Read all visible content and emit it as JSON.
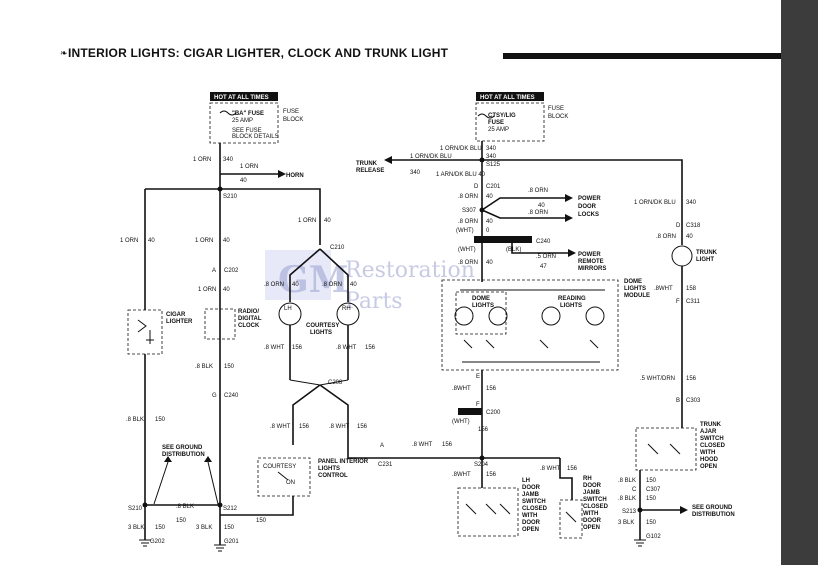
{
  "title": "INTERIOR LIGHTS: CIGAR LIGHTER, CLOCK AND TRUNK LIGHT",
  "watermark": {
    "line1": "Restoration",
    "line2": "Parts",
    "logo": "GM"
  },
  "hot_left": "HOT AT ALL TIMES",
  "hot_right": "HOT AT ALL TIMES",
  "fuse_left": {
    "name": "\"BA\" FUSE",
    "amp": "25 AMP",
    "note1": "SEE FUSE",
    "note2": "BLOCK DETAILS",
    "block1": "FUSE",
    "block2": "BLOCK"
  },
  "fuse_right": {
    "name": "CTSY/LIG",
    "name2": "FUSE",
    "amp": "25 AMP",
    "block1": "FUSE",
    "block2": "BLOCK"
  },
  "labels": {
    "orn340_a": "1 ORN",
    "n340_a": "340",
    "orn40_top": "1 ORN",
    "n40_top": "40",
    "horn": "HORN",
    "s210": "S210",
    "orn40_left": "1 ORN",
    "n40_left": "40",
    "orn40_mid": "1 ORN",
    "n40_mid": "40",
    "c202": "C202",
    "orn40_mid2": "1 ORN",
    "n40_mid2": "40",
    "orn40_ctsy": "1 ORN",
    "n40_ctsy": "40",
    "c210": "C210",
    "cigar1": "CIGAR",
    "cigar2": "LIGHTER",
    "radio1": "RADIO/",
    "radio2": "DIGITAL",
    "radio3": "CLOCK",
    "orn40_lh": ".8 ORN",
    "n40_lh": "40",
    "orn40_rh": ".8 ORN",
    "n40_rh": "40",
    "lh": "LH",
    "rh": "RH",
    "ctsy1": "COURTESY",
    "ctsy2": "LIGHTS",
    "wht156_l": ".8 WHT",
    "n156_l": "156",
    "wht156_r": ".8 WHT",
    "n156_r": "156",
    "blk150_clk": ".8 BLK",
    "n150_clk": "150",
    "c240": "C240",
    "c208": "C208",
    "blk150_l": ".8 BLK",
    "n150_l": "150",
    "wht156_p1": ".8 WHT",
    "n156_p1": "156",
    "wht156_p2": ".8 WHT",
    "n156_p2": "156",
    "panel1": "PANEL INTERIOR",
    "panel2": "LIGHTS",
    "panel3": "CONTROL",
    "courtesy": "COURTESY",
    "on": "ON",
    "c231": "C231",
    "wht156_h": ".8 WHT",
    "n156_h": "156",
    "see_ground_l1": "SEE GROUND",
    "see_ground_l2": "DISTRIBUTION",
    "s210b": "S210",
    "s212": "S212",
    "blk150_a": ".8 BLK",
    "n150_a": "150",
    "blk150_b": "3 BLK",
    "n150_b": "150",
    "blk150_c": "3 BLK",
    "n150_c": "150",
    "n150_d": "150",
    "g202": "G202",
    "g201": "G201",
    "orn340_trunk": "1 ORN/DK BLU",
    "n340_trunk": "340",
    "s125": "S125",
    "trunk1": "TRUNK",
    "trunk2": "RELEASE",
    "n340_tr": "340",
    "orn340_r": "1 ORN/DK BLU",
    "n340_r": "340",
    "orn40_r": "1 ARN/DK BLU 40",
    "c201": "C201",
    "orn40_pd": ".8 ORN",
    "n40_pd": "40",
    "s307": "S307",
    "orn40_pd2": ".8 ORN",
    "n40_pd2": "40",
    "orn40_pd3": "40",
    "orn40_pd4": ".8 ORN",
    "pdl1": "POWER",
    "pdl2": "DOOR",
    "pdl3": "LOCKS",
    "orn40_bus": ".8 ORN",
    "n40_bus": "40",
    "wht1": "(WHT)",
    "n0": "0",
    "wht2": "(WHT)",
    "blk": "(BLK)",
    "c240b": "C240",
    "orn40_mir": ".5 ORN",
    "n47": "47",
    "mir1": "POWER",
    "mir2": "REMOTE",
    "mir3": "MIRRORS",
    "orn40_bus2": ".8 ORN",
    "n40_bus2": "40",
    "dome1": "DOME",
    "dome2": "LIGHTS",
    "read1": "READING",
    "read2": "LIGHTS",
    "lm1": "DOME",
    "lm2": "LIGHTS",
    "lm3": "MODULE",
    "wht156_c": ".8WHT",
    "n156_c": "156",
    "e": "E",
    "f": "F",
    "c200": "C200",
    "wht156_d": "(WHT)",
    "n156_d": "156",
    "s204": "S204",
    "wht156_e": ".8WHT",
    "n156_e": "156",
    "wht156_f": ".8 WHT",
    "n156_f": "156",
    "lhd1": "LH",
    "lhd2": "DOOR",
    "lhd3": "JAMB",
    "lhd4": "SWITCH",
    "lhd5": "CLOSED",
    "lhd6": "WITH",
    "lhd7": "DOOR",
    "lhd8": "OPEN",
    "rhd1": "RH",
    "rhd2": "DOOR",
    "rhd3": "JAMB",
    "rhd4": "SWITCH",
    "rhd5": "CLOSED",
    "rhd6": "WITH",
    "rhd7": "DOOR",
    "rhd8": "OPEN",
    "orn340_tl": "1 ORN/DK BLU",
    "n340_tl": "340",
    "orn40_tl": ".8 ORN",
    "n40_tl": "40",
    "c318": "C318",
    "trunkl1": "TRUNK",
    "trunkl2": "LIGHT",
    "blk150_tl": ".8WHT",
    "n150_tl": "158",
    "c311": "C311",
    "wht156_tk": ".5 WHT/DRN",
    "n156_tk": "156",
    "c303": "C303",
    "ta1": "TRUNK",
    "ta2": "AJAR",
    "ta3": "SWITCH",
    "ta4": "CLOSED",
    "ta5": "WITH",
    "ta6": "HOOD",
    "ta7": "OPEN",
    "blk150_t1": ".8 BLK",
    "n150_t1": "150",
    "blk150_t2": ".8 BLK",
    "n150_t2": "150",
    "c307": "C307",
    "s213": "S213",
    "blk150_t3": "3 BLK",
    "n150_t3": "150",
    "see_ground_r1": "SEE GROUND",
    "see_ground_r2": "DISTRIBUTION",
    "g102": "G102"
  }
}
